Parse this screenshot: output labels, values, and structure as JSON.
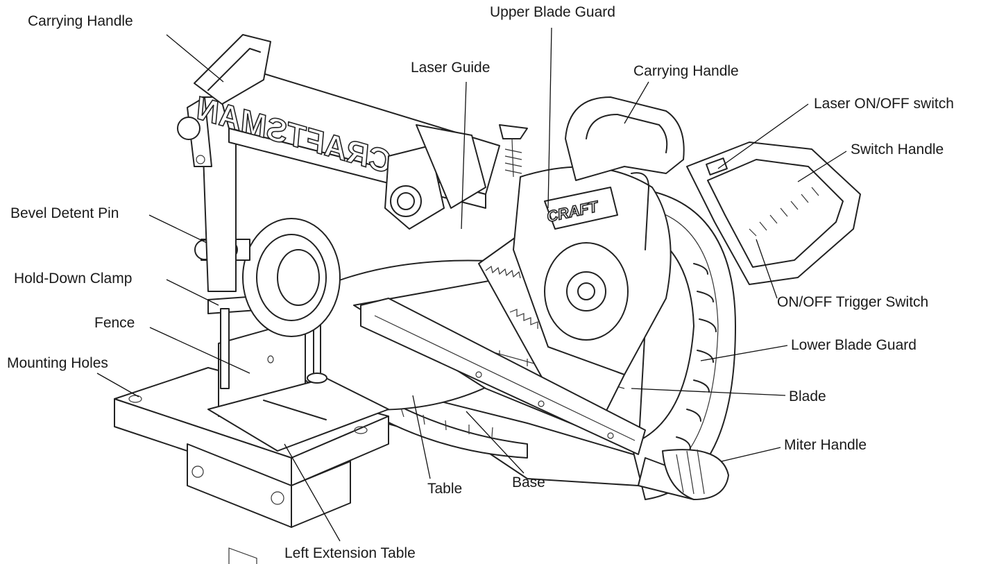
{
  "diagram": {
    "brand_text": "CRAFTSMAN",
    "brand_text_guard": "CRAFT",
    "labels": [
      {
        "id": "carrying-handle-left",
        "text": "Carrying Handle"
      },
      {
        "id": "upper-blade-guard",
        "text": "Upper Blade Guard"
      },
      {
        "id": "laser-guide",
        "text": "Laser Guide"
      },
      {
        "id": "carrying-handle-right",
        "text": "Carrying Handle"
      },
      {
        "id": "laser-switch",
        "text": "Laser ON/OFF switch"
      },
      {
        "id": "switch-handle",
        "text": "Switch Handle"
      },
      {
        "id": "bevel-detent-pin",
        "text": "Bevel Detent Pin"
      },
      {
        "id": "hold-down-clamp",
        "text": "Hold-Down Clamp"
      },
      {
        "id": "trigger-switch",
        "text": "ON/OFF Trigger Switch"
      },
      {
        "id": "fence",
        "text": "Fence"
      },
      {
        "id": "lower-blade-guard",
        "text": "Lower Blade Guard"
      },
      {
        "id": "mounting-holes",
        "text": "Mounting Holes"
      },
      {
        "id": "blade",
        "text": "Blade"
      },
      {
        "id": "miter-handle",
        "text": "Miter Handle"
      },
      {
        "id": "table",
        "text": "Table"
      },
      {
        "id": "base",
        "text": "Base"
      },
      {
        "id": "left-extension-table",
        "text": "Left Extension Table"
      }
    ]
  }
}
